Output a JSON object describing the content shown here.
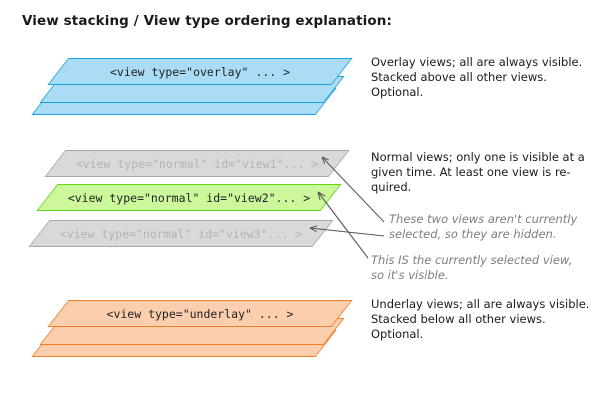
{
  "title": "View stacking / View type ordering explanation:",
  "overlay": {
    "label": "<view type=\"overlay\" ... >",
    "description": "Overlay views; all are always visible.\nStacked above all other views.\nOptional."
  },
  "normal": {
    "view1_label": "<view type=\"normal\" id=\"view1\"... >",
    "view2_label": "<view type=\"normal\" id=\"view2\"... >",
    "view3_label": "<view type=\"normal\" id=\"view3\"... >",
    "description": "Normal views; only one is visible at a\ngiven time.  At least one view is re-\nquired.",
    "annotation_hidden": "These two views aren't currently\nselected, so they are hidden.",
    "annotation_selected": "This IS the currently selected view,\nso it's visible."
  },
  "underlay": {
    "label": "<view type=\"underlay\" ... >",
    "description": "Underlay views; all are always visible.\nStacked below all other views.\nOptional."
  },
  "colors": {
    "overlay_fill": "#aadcf5",
    "overlay_stroke": "#1ba2dc",
    "normal_fill": "#d9d9d9",
    "normal_stroke": "#a8a8a8",
    "selected_fill": "#ccf79a",
    "selected_stroke": "#62d613",
    "underlay_fill": "#fbcfae",
    "underlay_stroke": "#ef7d22",
    "arrow": "#555555",
    "annotation_text": "#7d7d7d"
  }
}
